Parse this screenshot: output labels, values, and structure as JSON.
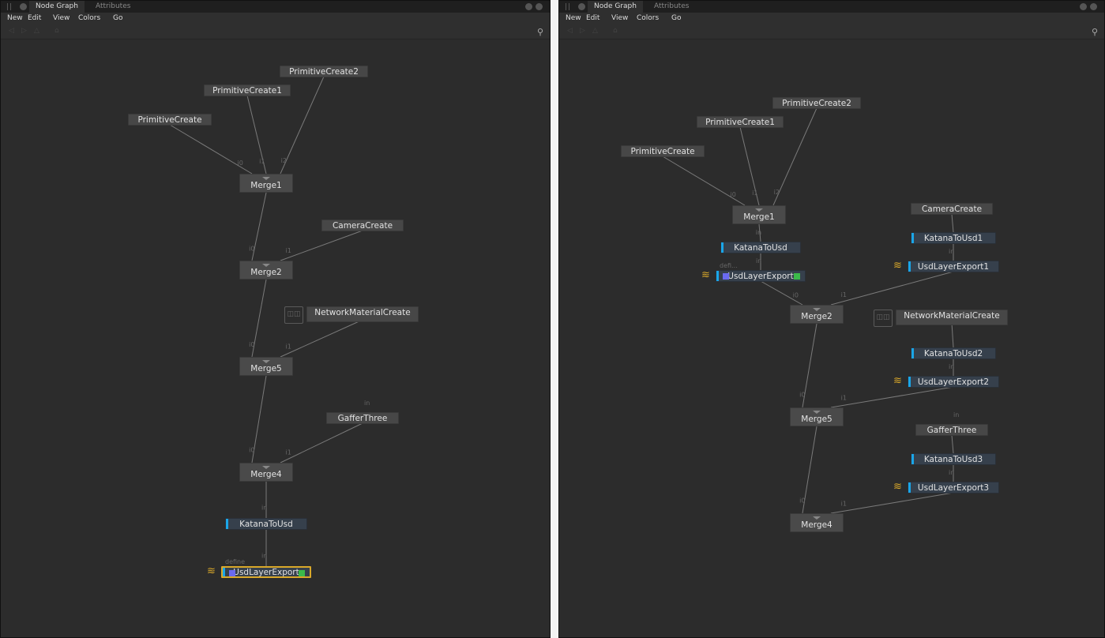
{
  "panels": [
    {
      "tabs": [
        "Node Graph",
        "Attributes"
      ],
      "menu": [
        "New",
        "Edit",
        "View",
        "Colors",
        "Go"
      ],
      "nodes": [
        {
          "id": "pc2",
          "label": "PrimitiveCreate2",
          "type": "plain"
        },
        {
          "id": "pc1",
          "label": "PrimitiveCreate1",
          "type": "plain"
        },
        {
          "id": "pc",
          "label": "PrimitiveCreate",
          "type": "plain"
        },
        {
          "id": "m1",
          "label": "Merge1",
          "type": "merge"
        },
        {
          "id": "cam",
          "label": "CameraCreate",
          "type": "plain"
        },
        {
          "id": "m2",
          "label": "Merge2",
          "type": "merge"
        },
        {
          "id": "nmc",
          "label": "NetworkMaterialCreate",
          "type": "material"
        },
        {
          "id": "m5",
          "label": "Merge5",
          "type": "merge"
        },
        {
          "id": "gt",
          "label": "GafferThree",
          "type": "plain"
        },
        {
          "id": "m4",
          "label": "Merge4",
          "type": "merge"
        },
        {
          "id": "ktu",
          "label": "KatanaToUsd",
          "type": "usd"
        },
        {
          "id": "ule",
          "label": "UsdLayerExport",
          "type": "export",
          "selected": true
        }
      ],
      "edges": [
        {
          "from": "pc",
          "to": "m1",
          "port": "i0"
        },
        {
          "from": "pc1",
          "to": "m1",
          "port": "i1"
        },
        {
          "from": "pc2",
          "to": "m1",
          "port": "i2"
        },
        {
          "from": "m1",
          "to": "m2",
          "port": "i0"
        },
        {
          "from": "cam",
          "to": "m2",
          "port": "i1"
        },
        {
          "from": "m2",
          "to": "m5",
          "port": "i0"
        },
        {
          "from": "nmc",
          "to": "m5",
          "port": "i1"
        },
        {
          "from": "m5",
          "to": "m4",
          "port": "i0"
        },
        {
          "from": "gt",
          "to": "m4",
          "port": "i1"
        },
        {
          "from": "m4",
          "to": "ktu",
          "port": "in"
        },
        {
          "from": "ktu",
          "to": "ule",
          "port": "in"
        }
      ],
      "extra_ports": [
        "define",
        "in"
      ]
    },
    {
      "tabs": [
        "Node Graph",
        "Attributes"
      ],
      "menu": [
        "New",
        "Edit",
        "View",
        "Colors",
        "Go"
      ],
      "nodes": [
        {
          "id": "pc2",
          "label": "PrimitiveCreate2",
          "type": "plain"
        },
        {
          "id": "pc1",
          "label": "PrimitiveCreate1",
          "type": "plain"
        },
        {
          "id": "pc",
          "label": "PrimitiveCreate",
          "type": "plain"
        },
        {
          "id": "m1",
          "label": "Merge1",
          "type": "merge"
        },
        {
          "id": "ktu",
          "label": "KatanaToUsd",
          "type": "usd"
        },
        {
          "id": "ule",
          "label": "UsdLayerExport",
          "type": "export"
        },
        {
          "id": "cam",
          "label": "CameraCreate",
          "type": "plain"
        },
        {
          "id": "ktu1",
          "label": "KatanaToUsd1",
          "type": "usd"
        },
        {
          "id": "ule1",
          "label": "UsdLayerExport1",
          "type": "usd",
          "layers": true
        },
        {
          "id": "m2",
          "label": "Merge2",
          "type": "merge"
        },
        {
          "id": "nmc",
          "label": "NetworkMaterialCreate",
          "type": "material"
        },
        {
          "id": "ktu2",
          "label": "KatanaToUsd2",
          "type": "usd"
        },
        {
          "id": "ule2",
          "label": "UsdLayerExport2",
          "type": "usd",
          "layers": true
        },
        {
          "id": "m5",
          "label": "Merge5",
          "type": "merge"
        },
        {
          "id": "gt",
          "label": "GafferThree",
          "type": "plain"
        },
        {
          "id": "ktu3",
          "label": "KatanaToUsd3",
          "type": "usd"
        },
        {
          "id": "ule3",
          "label": "UsdLayerExport3",
          "type": "usd",
          "layers": true
        },
        {
          "id": "m4",
          "label": "Merge4",
          "type": "merge"
        }
      ],
      "edges": [
        {
          "from": "pc",
          "to": "m1",
          "port": "i0"
        },
        {
          "from": "pc1",
          "to": "m1",
          "port": "i1"
        },
        {
          "from": "pc2",
          "to": "m1",
          "port": "i2"
        },
        {
          "from": "m1",
          "to": "ktu",
          "port": "in"
        },
        {
          "from": "ktu",
          "to": "ule",
          "port": "in"
        },
        {
          "from": "ule",
          "to": "m2",
          "port": "i0"
        },
        {
          "from": "cam",
          "to": "ktu1",
          "port": ""
        },
        {
          "from": "ktu1",
          "to": "ule1",
          "port": "in"
        },
        {
          "from": "ule1",
          "to": "m2",
          "port": "i1"
        },
        {
          "from": "m2",
          "to": "m5",
          "port": "i0"
        },
        {
          "from": "nmc",
          "to": "ktu2",
          "port": ""
        },
        {
          "from": "ktu2",
          "to": "ule2",
          "port": "in"
        },
        {
          "from": "ule2",
          "to": "m5",
          "port": "i1"
        },
        {
          "from": "m5",
          "to": "m4",
          "port": "i0"
        },
        {
          "from": "gt",
          "to": "ktu3",
          "port": ""
        },
        {
          "from": "ktu3",
          "to": "ule3",
          "port": "in"
        },
        {
          "from": "ule3",
          "to": "m4",
          "port": "i1"
        }
      ],
      "extra_ports": [
        "defi...",
        "in"
      ]
    }
  ],
  "colors": {
    "usd_accent": "#1aa6e8",
    "selected": "#d9a82a",
    "input_square": "#6a6af0",
    "output_square": "#3cba4a"
  }
}
